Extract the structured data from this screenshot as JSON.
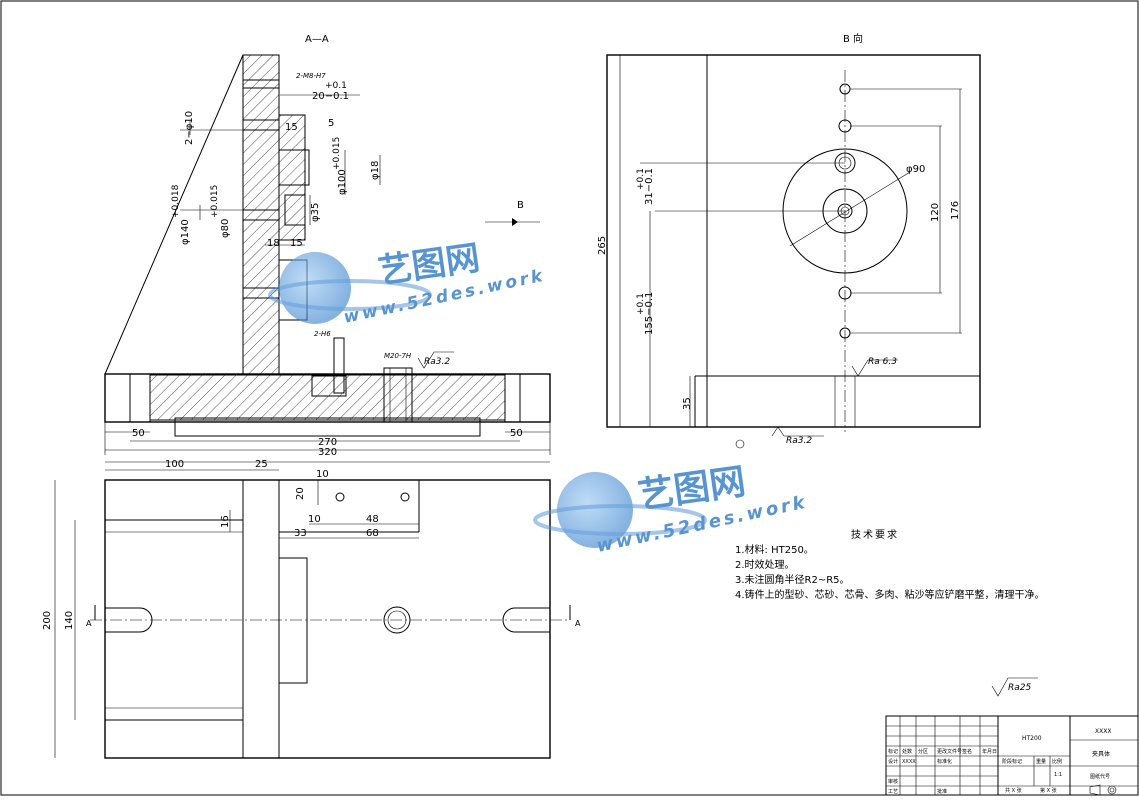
{
  "views": {
    "section_aa": "A—A",
    "view_b": "B 向",
    "arrow_b": "B"
  },
  "dims_section": {
    "hole_m8": "2-M8-H7",
    "tol_p01": "+0.1",
    "d20": "20−0.1",
    "d2phi10": "2−φ10",
    "d15a": "15",
    "d5": "5",
    "tol_p0015a": "+0.015",
    "phi100": "φ100",
    "phi18": "φ18",
    "tol_p0018": "+0.018",
    "phi140": "φ140",
    "tol_p0015b": "+0.015",
    "phi80": "φ80",
    "phi35": "φ35",
    "d18": "18",
    "d15b": "15",
    "m20": "M20-7H",
    "hole_2h6": "2-H6",
    "ra32a": "Ra3.2",
    "d50a": "50",
    "d50b": "50",
    "d270": "270",
    "d320": "320"
  },
  "dims_plan": {
    "d100": "100",
    "d25": "25",
    "d10a": "10",
    "d20": "20",
    "d10b": "10",
    "d48": "48",
    "d33": "33",
    "d68": "68",
    "d16": "16",
    "d200": "200",
    "d140": "140",
    "lblA1": "A",
    "lblA2": "A"
  },
  "dims_b": {
    "d265": "265",
    "tol31": "+0.1",
    "d31": "31−0.1",
    "phi90": "φ90",
    "d120": "120",
    "d176": "176",
    "tol155": "+0.1",
    "d155": "155−0.1",
    "d35": "35",
    "ra63": "Ra 6.3",
    "ra32": "Ra3.2"
  },
  "roughness_general": "Ra25",
  "notes": {
    "title": "技术要求",
    "items": [
      "1.材料: HT250。",
      "2.时效处理。",
      "3.未注圆角半径R2~R5。",
      "4.铸件上的型砂、芯砂、芯骨、多肉、粘沙等应铲磨平整，清理干净。"
    ]
  },
  "title_block": {
    "material": "HT200",
    "company": "XXXX",
    "part_name": "夹具体",
    "drawing_no": "图纸代号",
    "scale_label": "比例",
    "scale": "1:1",
    "weight_label": "重量",
    "stage_label": "阶段标记",
    "sheets": "共 X 张",
    "sheet_no": "第 X 张",
    "design": "设计",
    "xxxx": "XXXX",
    "std": "标准化",
    "review": "审核",
    "process": "工艺",
    "approve": "批准",
    "mark": "标记",
    "count": "处数",
    "sign": "签名",
    "date": "年月日",
    "division": "分区",
    "change_no": "更改文件号"
  },
  "watermark": {
    "brand": "艺图网",
    "url": "www.52des.work"
  }
}
